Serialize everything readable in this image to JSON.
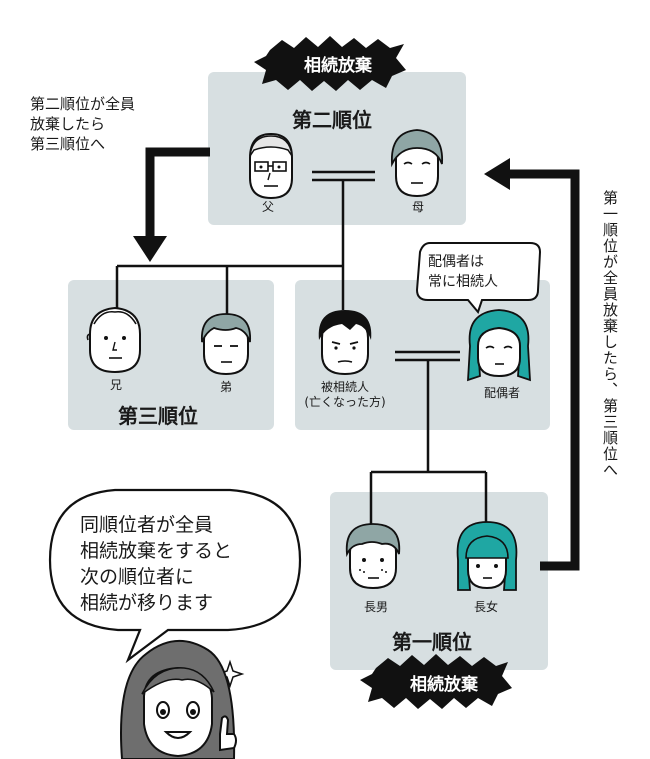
{
  "top_group": {
    "badge": "相続放棄",
    "title": "第二順位"
  },
  "left_note": "第二順位が全員\n放棄したら\n第三順位へ",
  "right_note": "第一順位が全員放棄したら、第三順位へ",
  "third_group": {
    "title": "第三順位"
  },
  "first_group": {
    "title": "第一順位",
    "badge": "相続放棄"
  },
  "spouse_bubble": "配偶者は\n常に相続人",
  "speech_bubble": "同順位者が全員\n相続放棄をすると\n次の順位者に\n相続が移ります",
  "persons": {
    "father": "父",
    "mother": "母",
    "elder_brother": "兄",
    "younger_brother": "弟",
    "deceased": "被相続人\n(亡くなった方)",
    "spouse": "配偶者",
    "eldest_son": "長男",
    "eldest_daughter": "長女"
  },
  "colors": {
    "panel": "#d7dfe1",
    "ink": "#1a1a1a",
    "teal": "#1fa7a3",
    "badge": "#111111"
  }
}
